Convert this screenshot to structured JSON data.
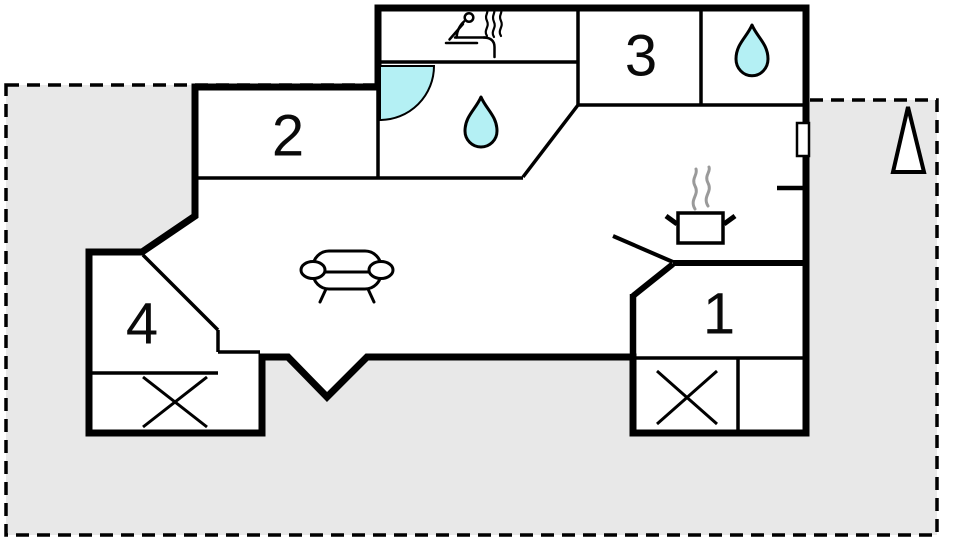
{
  "floor_plan": {
    "room_labels": {
      "room1": "1",
      "room2": "2",
      "room3": "3",
      "room4": "4"
    },
    "icons": [
      {
        "name": "sauna-icon"
      },
      {
        "name": "water-drop-icon-shower"
      },
      {
        "name": "water-drop-icon-bathroom"
      },
      {
        "name": "shower-door-swing-icon"
      },
      {
        "name": "stove-pot-icon"
      },
      {
        "name": "sofa-icon"
      },
      {
        "name": "terrace-cross-icon-left"
      },
      {
        "name": "terrace-cross-icon-right"
      },
      {
        "name": "window-icon"
      },
      {
        "name": "north-arrow-icon"
      }
    ],
    "colors": {
      "plot_fill": "#e8e8e8",
      "wall": "#000000",
      "water_fill": "#b4f0f4",
      "steam": "#9a9a9a",
      "floor": "#ffffff"
    }
  }
}
